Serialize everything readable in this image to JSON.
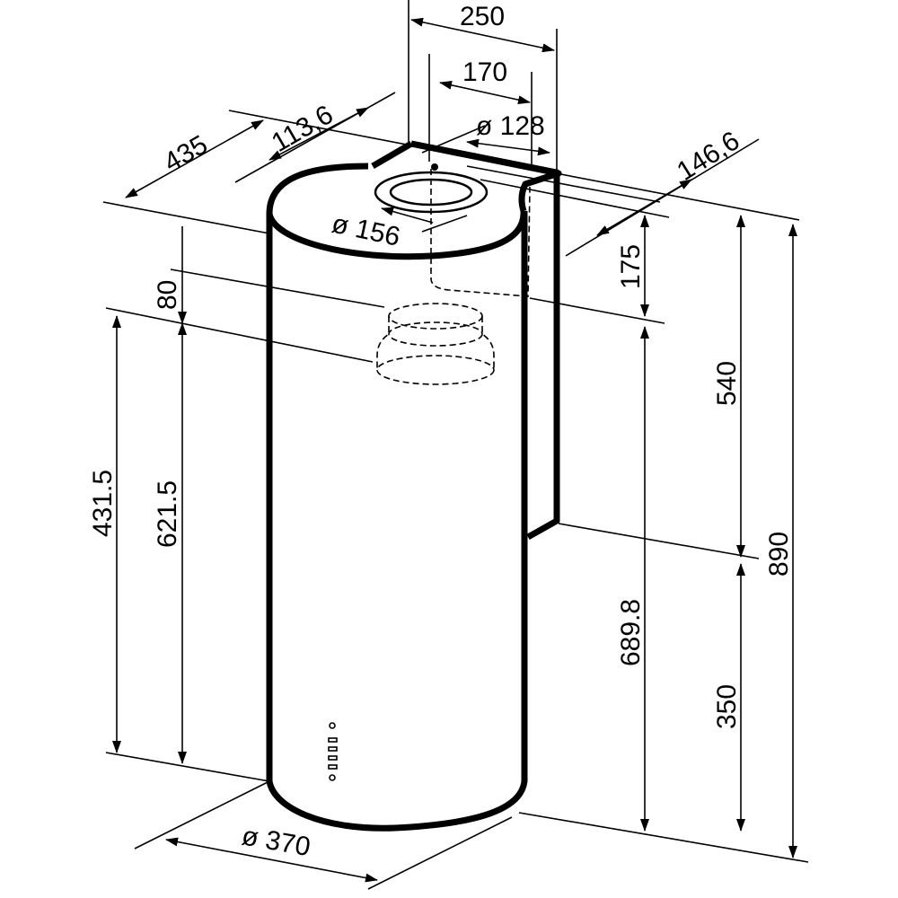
{
  "dimensions": {
    "width_top": "250",
    "width_inner": "170",
    "outlet_diameter": "ø 128",
    "depth_total": "435",
    "offset_front": "113,6",
    "offset_side": "146,6",
    "collar_diameter": "ø 156",
    "vertical_175": "175",
    "vertical_80": "80",
    "height_431": "431.5",
    "height_621": "621.5",
    "height_689": "689.8",
    "height_540": "540",
    "height_350": "350",
    "height_890": "890",
    "body_diameter": "ø 370"
  }
}
